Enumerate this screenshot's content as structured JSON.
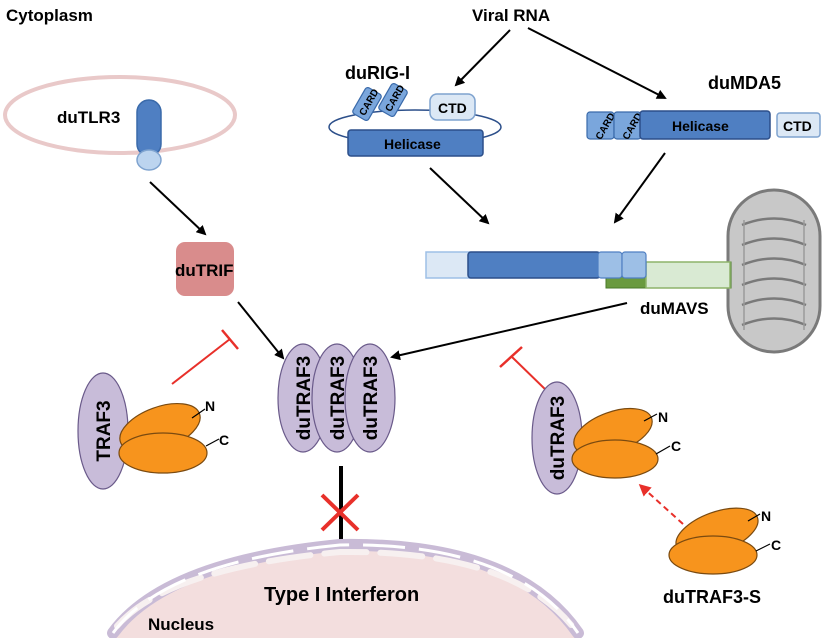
{
  "labels": {
    "cytoplasm": "Cytoplasm",
    "viral_rna": "Viral RNA",
    "durigi": "duRIG-I",
    "dumda5": "duMDA5",
    "dutlr3": "duTLR3",
    "dutrif": "duTRIF",
    "dumavs": "duMAVS",
    "traf3_left": "TRAF3",
    "dutraf3_center": "duTRAF3",
    "dutraf3_right": "duTRAF3",
    "dutraf3s": "duTRAF3-S",
    "type_i_ifn": "Type I Interferon",
    "nucleus": "Nucleus",
    "n_terminal": "N",
    "c_terminal": "C"
  },
  "domains": {
    "card": "CARD",
    "helicase": "Helicase",
    "ctd": "CTD"
  },
  "colors": {
    "blue_dark": "#4f7fc2",
    "blue_light": "#9dbfe6",
    "blue_pale": "#dce8f5",
    "orange": "#f7941d",
    "lavender": "#c8bcd9",
    "trif_pink": "#d98c8c",
    "inhibit_red": "#e8302a",
    "nucleus_fill": "#f3dede",
    "mavs_green": "#d9ead3",
    "mito_gray": "#c8c8c8"
  }
}
